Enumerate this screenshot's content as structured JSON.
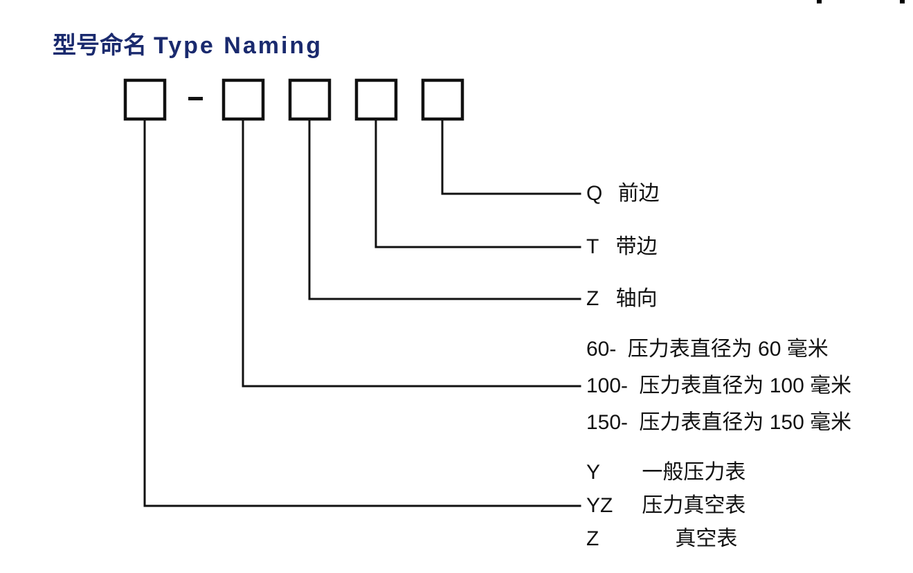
{
  "page": {
    "title_cn": "型号命名",
    "title_en": "Type Naming",
    "title_color": "#1a2a6e",
    "line_color": "#111111",
    "box_color": "#111111",
    "background": "#ffffff"
  },
  "code_boxes": [
    {
      "name": "box-1",
      "value": ""
    },
    {
      "name": "separator",
      "value": "–"
    },
    {
      "name": "box-2",
      "value": ""
    },
    {
      "name": "box-3",
      "value": ""
    },
    {
      "name": "box-4",
      "value": ""
    },
    {
      "name": "box-5",
      "value": ""
    }
  ],
  "legend": [
    {
      "id": "q",
      "code": "Q",
      "desc": "前边",
      "has_leader": true
    },
    {
      "id": "t",
      "code": "T",
      "desc": "带边",
      "has_leader": true
    },
    {
      "id": "z",
      "code": "Z",
      "desc": "轴向",
      "has_leader": true
    },
    {
      "id": "d60",
      "code": "60-",
      "desc": "压力表直径为 60 毫米",
      "has_leader": false
    },
    {
      "id": "d100",
      "code": "100-",
      "desc": "压力表直径为 100 毫米",
      "has_leader": true
    },
    {
      "id": "d150",
      "code": "150-",
      "desc": "压力表直径为 150 毫米",
      "has_leader": false
    },
    {
      "id": "y",
      "code": "Y",
      "desc": "一般压力表",
      "has_leader": false
    },
    {
      "id": "yz",
      "code": "YZ",
      "desc": "压力真空表",
      "has_leader": true
    },
    {
      "id": "zz",
      "code": "Z",
      "desc": "真空表",
      "has_leader": false
    }
  ]
}
